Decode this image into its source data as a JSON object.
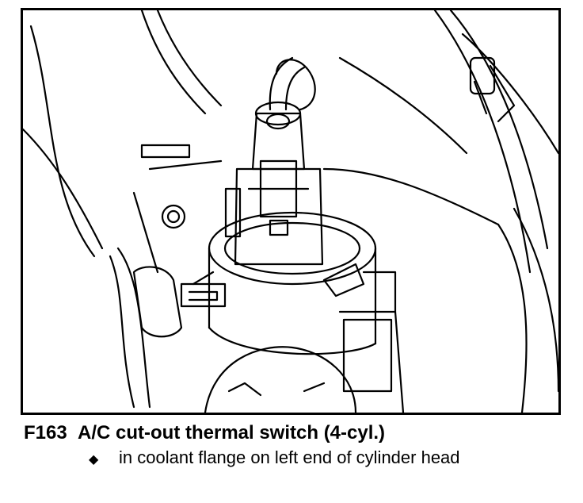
{
  "figure": {
    "description_icon": "ac-thermal-switch-illustration"
  },
  "caption": {
    "id": "F163",
    "title": "A/C cut-out thermal switch (4-cyl.)",
    "bullet_icon": "diamond-bullet-icon",
    "bullet_text": "in coolant flange on left end of cylinder head"
  }
}
